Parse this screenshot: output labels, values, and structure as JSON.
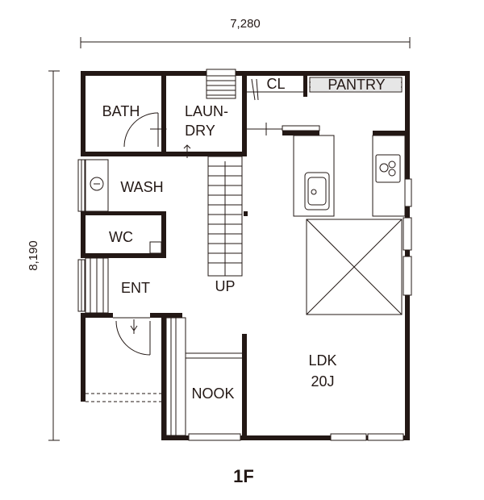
{
  "dimensions": {
    "width": "7,280",
    "height": "8,190"
  },
  "rooms": {
    "bath": "BATH",
    "laundry_line1": "LAUN-",
    "laundry_line2": "DRY",
    "closet": "CL",
    "pantry": "PANTRY",
    "wash": "WASH",
    "wc": "WC",
    "entrance": "ENT",
    "stairs_up": "UP",
    "nook": "NOOK",
    "ldk_line1": "LDK",
    "ldk_line2": "20J"
  },
  "floor_label": "1F",
  "colors": {
    "wall": "#231815",
    "background": "#ffffff"
  }
}
